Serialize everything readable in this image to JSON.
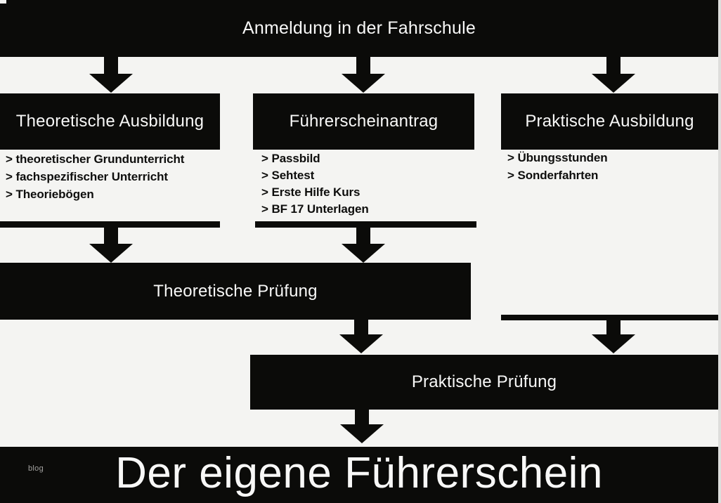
{
  "colors": {
    "background": "#f4f4f2",
    "box_fill": "#0b0b09",
    "box_text": "#f8f8f7",
    "list_text": "#0e0e0d",
    "watermark_text": "#a3a2a0"
  },
  "flow": {
    "start": {
      "label": "Anmeldung in der Fahrschule"
    },
    "columns": [
      {
        "title": "Theoretische Ausbildung",
        "items": [
          "> theoretischer Grundunterricht",
          "> fachspezifischer Unterricht",
          "> Theoriebögen"
        ]
      },
      {
        "title": "Führerscheinantrag",
        "items": [
          "> Passbild",
          "> Sehtest",
          "> Erste Hilfe Kurs",
          "> BF 17 Unterlagen"
        ]
      },
      {
        "title": "Praktische Ausbildung",
        "items": [
          "> Übungsstunden",
          "> Sonderfahrten"
        ]
      }
    ],
    "theory_exam": {
      "label": "Theoretische Prüfung"
    },
    "practical_exam": {
      "label": "Praktische Prüfung"
    },
    "result": {
      "label": "Der eigene Führerschein"
    },
    "watermark": "blog"
  }
}
